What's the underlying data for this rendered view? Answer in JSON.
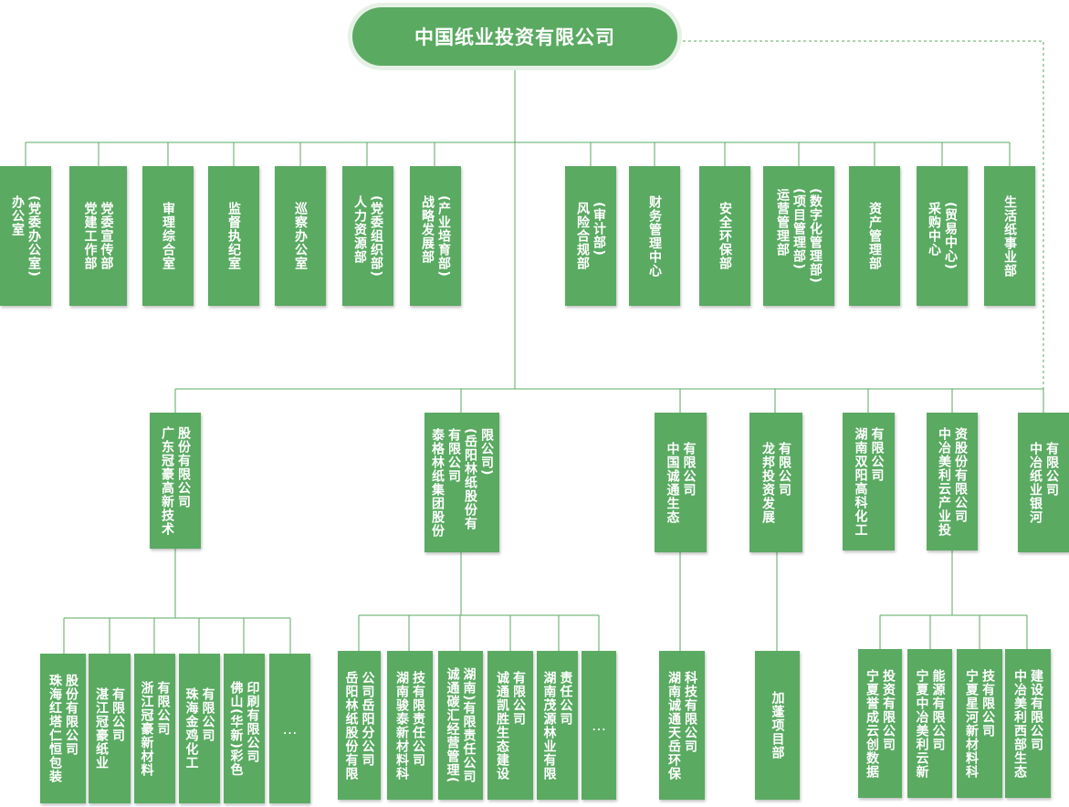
{
  "root": "中国纸业投资有限公司",
  "departments": [
    "(党委办公室)\n办公室",
    "党委宣传部\n党建工作部",
    "审理综合室",
    "监督执纪室",
    "巡察办公室",
    "(党委组织部)\n人力资源部",
    "(产业培育部)\n战略发展部",
    "(审计部)\n风险合规部",
    "财务管理中心",
    "安全环保部",
    "(数字化管理部)\n(项目管理部)\n运营管理部",
    "资产管理部",
    "(贸易中心)\n采购中心",
    "生活纸事业部"
  ],
  "subsidiaries": [
    "股份有限公司\n广东冠豪高新技术",
    "限公司)\n(岳阳林纸股份有\n有限公司\n泰格林纸集团股份",
    "有限公司\n中国诚通生态",
    "有限公司\n龙邦投资发展",
    "有限公司\n湖南双阳高科化工",
    "资股份有限公司\n中冶美利云产业投",
    "有限公司\n中冶纸业银河"
  ],
  "group1": [
    "股份有限公司\n珠海红塔仁恒包装",
    "有限公司\n湛江冠豪纸业",
    "有限公司\n浙江冠豪新材料",
    "有限公司\n珠海金鸡化工",
    "印刷有限公司\n佛山(华新)彩色",
    "…"
  ],
  "group2": [
    "公司岳阳分公司\n岳阳林纸股份有限",
    "技有限责任公司\n湖南骏泰新材料科",
    "湖南)有限责任公司\n诚通碳汇经营管理(",
    "有限公司\n诚通凯胜生态建设",
    "责任公司\n湖南茂源林业有限",
    "…"
  ],
  "group3": [
    "科技有限公司\n湖南诚通天岳环保"
  ],
  "group4": [
    "加蓬项目部"
  ],
  "group6": [
    "投资有限公司\n宁夏誉成云创数据",
    "能源有限公司\n宁夏中冶美利云新",
    "技有限公司\n宁夏星河新材料科",
    "建设有限公司\n中冶美利西部生态"
  ],
  "colors": {
    "box": "#5aaa62",
    "line": "#5aaa62",
    "dashed": "#5aaa62",
    "background": "#ffffff"
  }
}
